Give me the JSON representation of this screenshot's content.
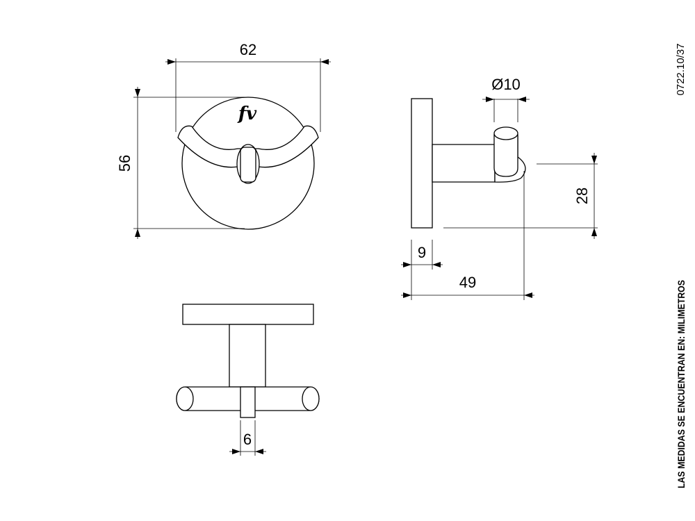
{
  "drawing": {
    "code": "0722.10/37",
    "note": "LAS MEDIDAS SE ENCUENTRAN EN: MILIMETROS",
    "logo": "fv",
    "dimensions": {
      "front_width": "62",
      "front_height": "56",
      "diameter": "Ø10",
      "offset": "28",
      "base_thickness": "9",
      "projection": "49",
      "stem_width": "6"
    }
  }
}
